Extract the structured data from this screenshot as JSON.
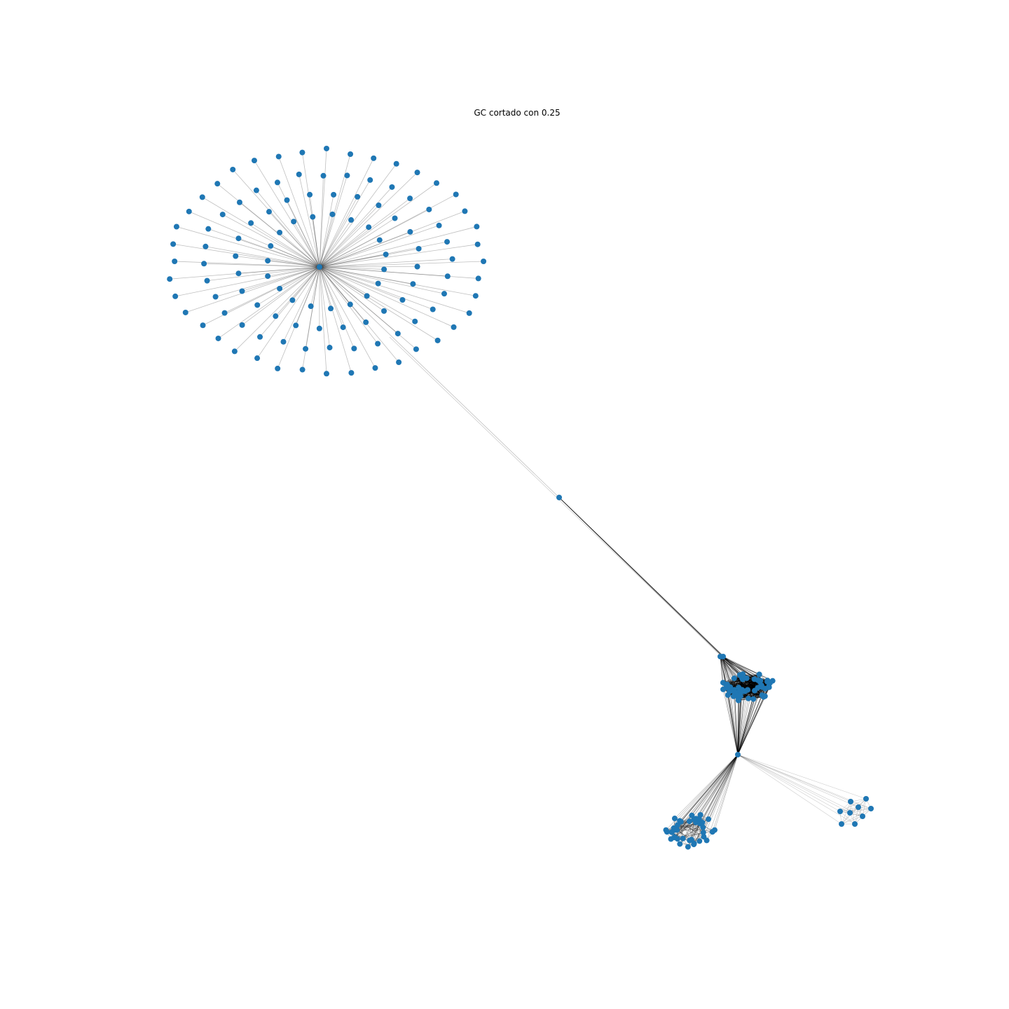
{
  "figure": {
    "title": "GC cortado con 0.25"
  },
  "style": {
    "node_color": "#1f77b4",
    "edge_color": "#000000",
    "background": "#ffffff"
  },
  "graph": {
    "description_of_structure": "",
    "components": [
      {
        "group": "star-hub",
        "nodes": 1
      },
      {
        "group": "star-leaves",
        "nodes": 115
      },
      {
        "group": "bridge",
        "nodes": 1
      },
      {
        "group": "dense-cluster",
        "nodes": 55
      },
      {
        "group": "connector",
        "nodes": 1
      },
      {
        "group": "medium-cluster",
        "nodes": 40
      },
      {
        "group": "small-cluster",
        "nodes": 9
      }
    ]
  }
}
